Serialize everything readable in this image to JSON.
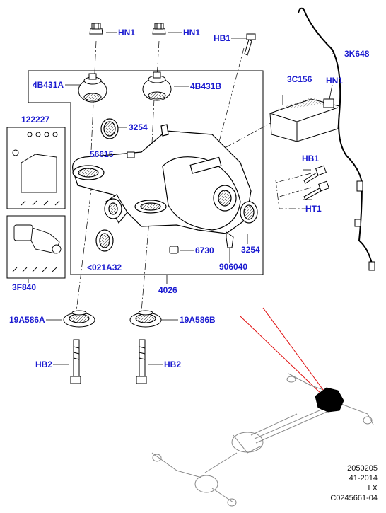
{
  "diagram": {
    "callouts": {
      "hn1_a": "HN1",
      "hn1_b": "HN1",
      "hb1_top": "HB1",
      "p3k648": "3K648",
      "p4b431a": "4B431A",
      "p4b431b": "4B431B",
      "p3c156": "3C156",
      "hn1_c": "HN1",
      "p122227": "122227",
      "p3254_a": "3254",
      "p56615": "56615",
      "hb1_right": "HB1",
      "ht1": "HT1",
      "p3254_b": "3254",
      "p6730": "6730",
      "p906040": "906040",
      "p021a32": "<021A32",
      "p3f840": "3F840",
      "p4026": "4026",
      "p19a586a": "19A586A",
      "p19a586b": "19A586B",
      "hb2_a": "HB2",
      "hb2_b": "HB2"
    },
    "footer": {
      "line1": "2050205",
      "line2": "41-2014",
      "line3": "LX",
      "line4": "C0245661-04"
    },
    "colors": {
      "callout": "#1a1ad0",
      "line": "#000000",
      "locator": "#e01010",
      "highlight": "#000000"
    }
  }
}
